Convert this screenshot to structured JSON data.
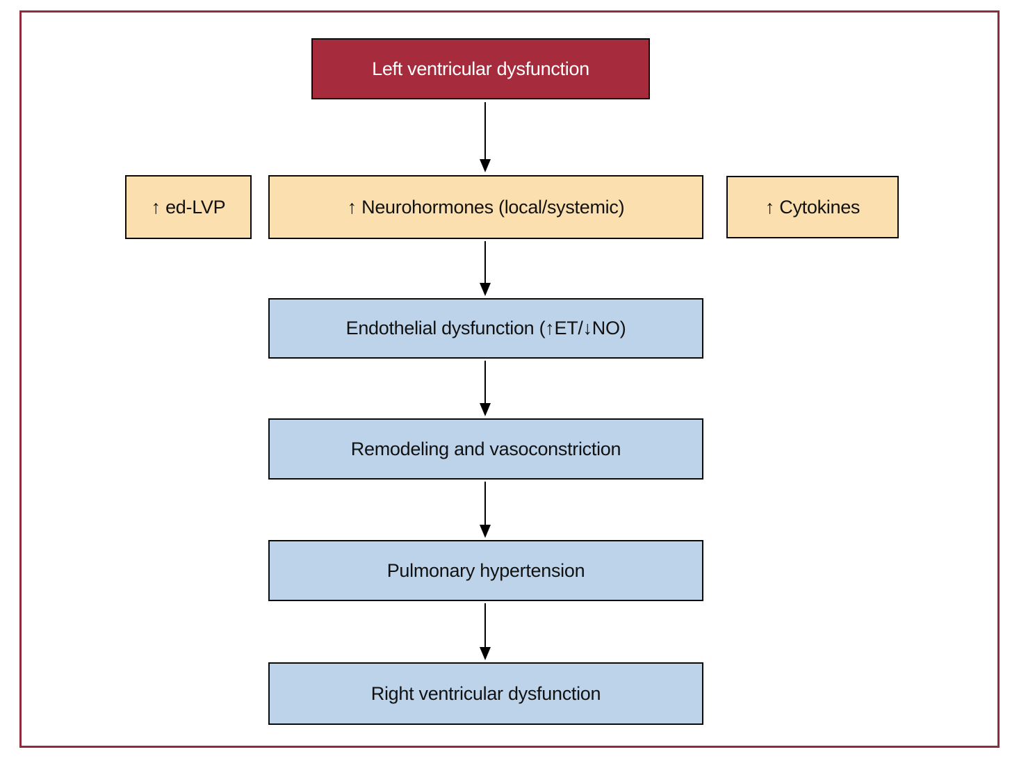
{
  "colors": {
    "frame_border": "#8f2b3c",
    "primary_red": "#a62b3c",
    "tan": "#fbdfae",
    "blue": "#bcd3ea",
    "arrow_black": "#000000"
  },
  "nodes": {
    "left_ventricular_dysfunction": {
      "label": "Left ventricular dysfunction"
    },
    "ed_lvp": {
      "label": "↑ ed-LVP"
    },
    "neurohormones": {
      "label": "↑ Neurohormones (local/systemic)"
    },
    "cytokines": {
      "label": "↑ Cytokines"
    },
    "endothelial_dysfunction": {
      "label": "Endothelial dysfunction (↑ET/↓NO)"
    },
    "remodeling": {
      "label": "Remodeling and vasoconstriction"
    },
    "pulmonary_hypertension": {
      "label": "Pulmonary hypertension"
    },
    "right_ventricular_dysfunction": {
      "label": "Right ventricular dysfunction"
    }
  },
  "edges": [
    {
      "from": "left_ventricular_dysfunction",
      "to": "neurohormones"
    },
    {
      "from": "neurohormones",
      "to": "endothelial_dysfunction"
    },
    {
      "from": "endothelial_dysfunction",
      "to": "remodeling"
    },
    {
      "from": "remodeling",
      "to": "pulmonary_hypertension"
    },
    {
      "from": "pulmonary_hypertension",
      "to": "right_ventricular_dysfunction"
    }
  ]
}
